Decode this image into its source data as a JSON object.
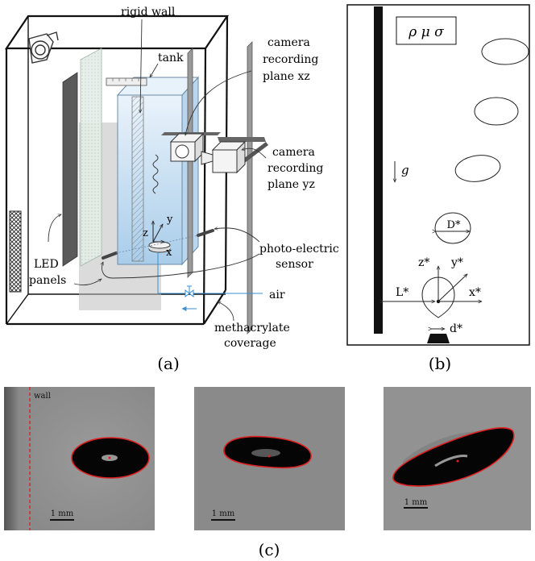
{
  "panel_a": {
    "label": "(a)",
    "labels": {
      "rigid_wall": "rigid wall",
      "tank": "tank",
      "camera_xz_line1": "camera",
      "camera_xz_line2": "recording",
      "camera_xz_line3": "plane xz",
      "camera_yz_line1": "camera",
      "camera_yz_line2": "recording",
      "camera_yz_line3": "plane yz",
      "axis_z": "z",
      "axis_y": "y",
      "axis_x": "x",
      "photo_line1": "photo-electric",
      "photo_line2": "sensor",
      "led_line1": "LED",
      "led_line2": "panels",
      "air": "air",
      "meth_line1": "methacrylate",
      "meth_line2": "coverage"
    }
  },
  "panel_b": {
    "label": "(b)",
    "params": "ρ  μ  σ",
    "gravity": "g",
    "diameter": "D*",
    "axis_z": "z*",
    "axis_y": "y*",
    "axis_x": "x*",
    "wall_distance": "L*",
    "nozzle": "d*"
  },
  "panel_c": {
    "label": "(c)",
    "wall": "wall",
    "scale_1": "1 mm",
    "scale_2": "1 mm",
    "scale_3": "1 mm"
  },
  "colors": {
    "contour": "#e02020",
    "tank_blue": "#cfe3f4",
    "photo_bg": "#8f8f8f"
  }
}
